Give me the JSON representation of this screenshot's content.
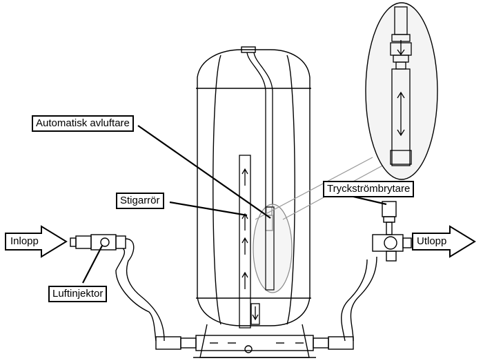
{
  "labels": {
    "automatic_air_vent": "Automatisk avluftare",
    "riser_pipe": "Stigarrör",
    "pressure_switch": "Tryckströmbrytare",
    "air_injector": "Luftinjektor",
    "inlet": "Inlopp",
    "outlet": "Utlopp"
  },
  "colors": {
    "line": "#000000",
    "background": "#ffffff",
    "magnifier_fill": "#f2f2f2"
  }
}
